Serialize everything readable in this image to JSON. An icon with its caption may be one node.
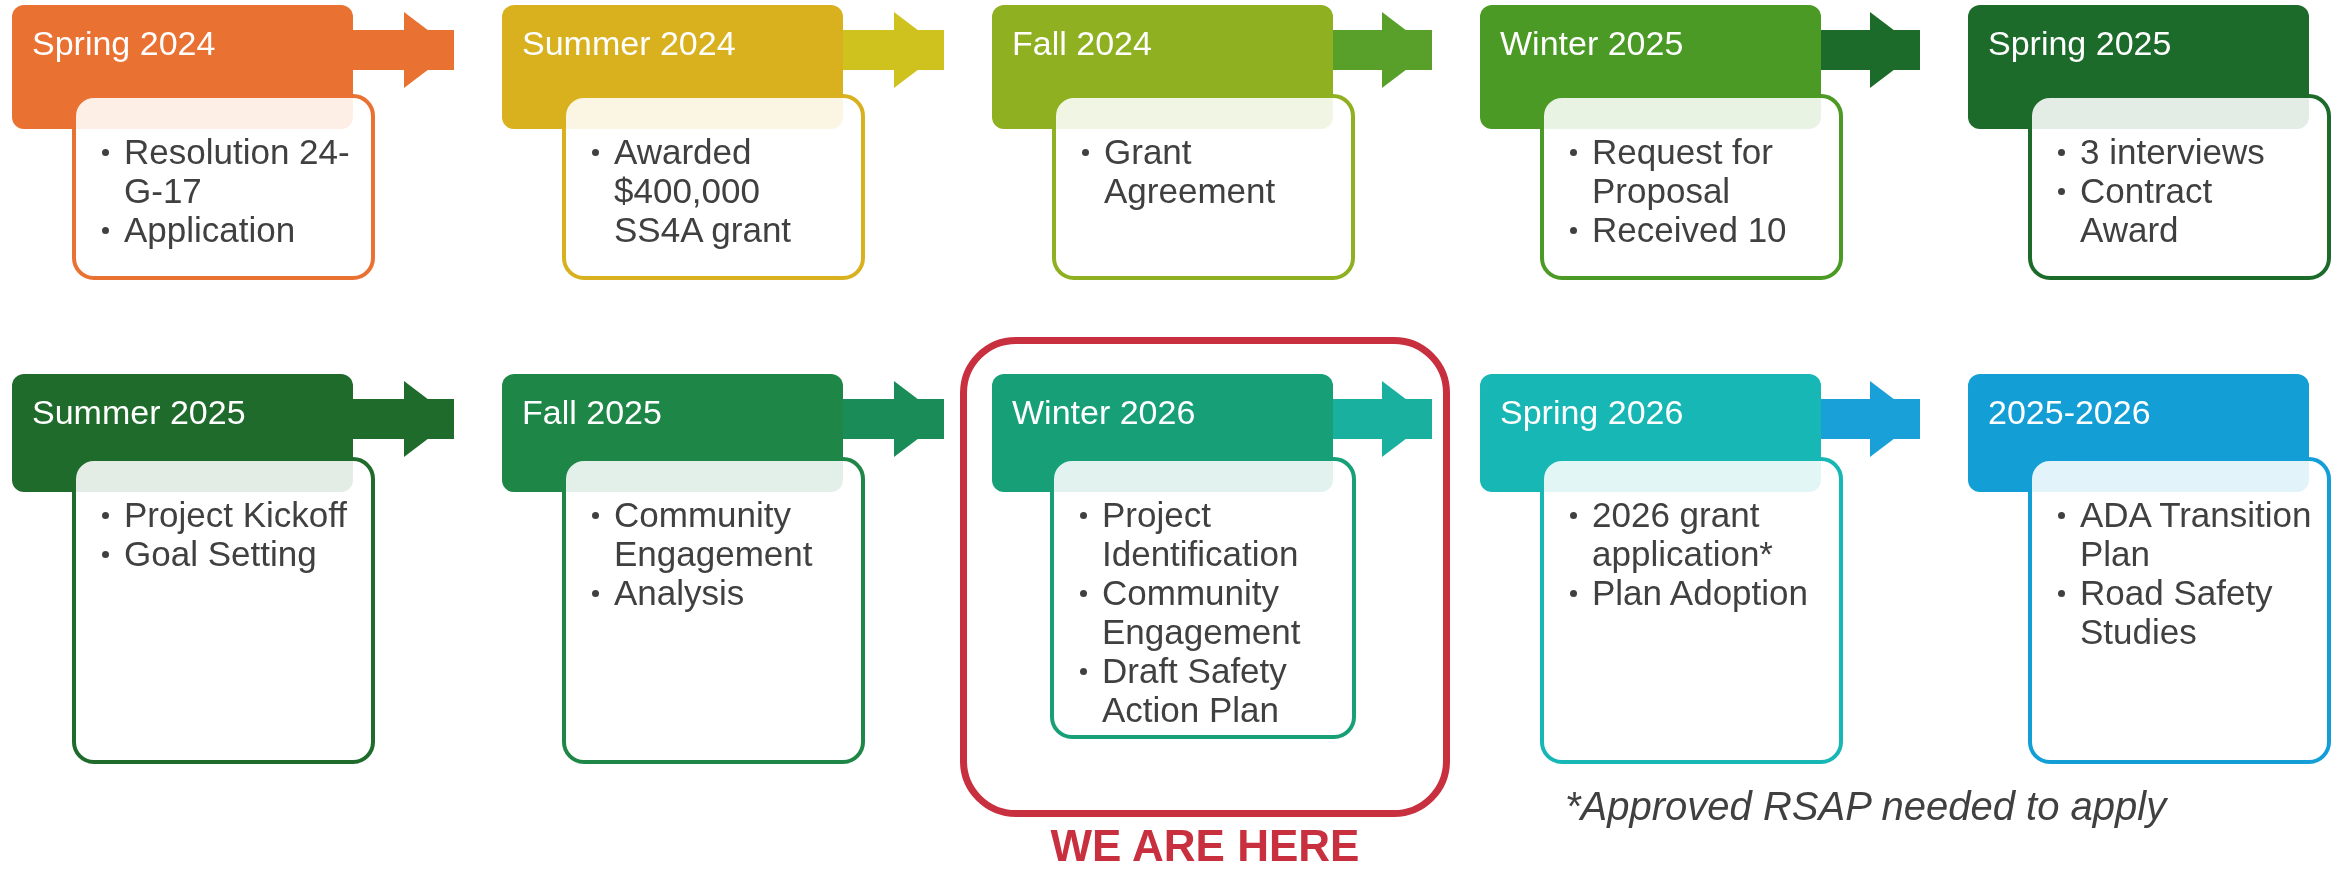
{
  "diagram": {
    "nodes": [
      {
        "text": [
          "Spring 2024"
        ]
      },
      {
        "text": [
          "Resolution 24-G-17",
          "Application"
        ]
      },
      {
        "text": [
          "Summer 2024"
        ]
      },
      {
        "text": [
          "Awarded $400,000 SS4A grant"
        ]
      },
      {
        "text": [
          "Fall 2024"
        ]
      },
      {
        "text": [
          "Grant Agreement"
        ]
      },
      {
        "text": [
          "Winter 2025"
        ]
      },
      {
        "text": [
          "Request for Proposal",
          "Received 10"
        ]
      },
      {
        "text": [
          "Spring 2025"
        ]
      },
      {
        "text": [
          "3 interviews",
          "Contract Award"
        ]
      },
      {
        "text": [
          "Summer 2025"
        ]
      },
      {
        "text": [
          "Project Kickoff",
          "Goal Setting"
        ]
      },
      {
        "text": [
          "Fall 2025"
        ]
      },
      {
        "text": [
          "Community Engagement",
          "Analysis"
        ]
      },
      {
        "text": [
          "WE ARE HERE"
        ]
      },
      {
        "text": [
          "Winter 2026"
        ],
        "in": 14
      },
      {
        "text": [
          "Project Identification",
          "Community Engagement",
          "Draft Safety Action Plan"
        ],
        "in": 14
      },
      {
        "text": [
          "Spring 2026"
        ]
      },
      {
        "text": [
          "2026 grant application*",
          "Plan Adoption"
        ]
      },
      {
        "text": [
          "2025-2026"
        ]
      },
      {
        "text": [
          "ADA Transition Plan",
          "Road Safety Studies"
        ]
      }
    ],
    "edges": [
      {
        "from": 0,
        "to": 2,
        "arrow": "to",
        "color": "#e97132"
      },
      {
        "from": 2,
        "to": 4,
        "arrow": "to",
        "color": "#cfc21f"
      },
      {
        "from": 4,
        "to": 6,
        "arrow": "to",
        "color": "#58a02a"
      },
      {
        "from": 6,
        "to": 8,
        "arrow": "to",
        "color": "#1d6b2a"
      },
      {
        "from": 10,
        "to": 12,
        "arrow": "to",
        "color": "#1e6b2b"
      },
      {
        "from": 12,
        "to": 15,
        "arrow": "to",
        "color": "#1a8c58"
      },
      {
        "from": 15,
        "to": 17,
        "arrow": "to",
        "color": "#19b0a0"
      },
      {
        "from": 17,
        "to": 19,
        "arrow": "to",
        "color": "#1aa0d8"
      }
    ],
    "labels": [
      "*Approved RSAP needed to apply"
    ]
  }
}
